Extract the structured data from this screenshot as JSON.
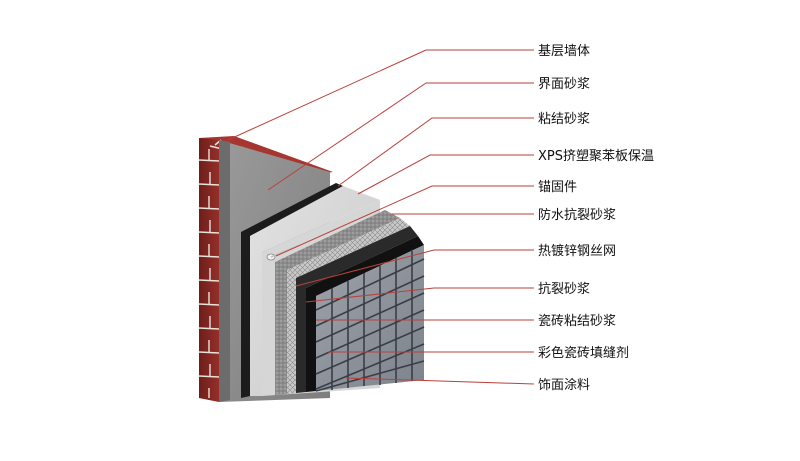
{
  "diagram": {
    "layers": [
      {
        "label": "基层墙体"
      },
      {
        "label": "界面砂浆"
      },
      {
        "label": "粘结砂浆"
      },
      {
        "label": "XPS挤塑聚苯板保温"
      },
      {
        "label": "锚固件"
      },
      {
        "label": "防水抗裂砂浆"
      },
      {
        "label": "热镀锌钢丝网"
      },
      {
        "label": "抗裂砂浆"
      },
      {
        "label": "瓷砖粘结砂浆"
      },
      {
        "label": "彩色瓷砖填缝剂"
      },
      {
        "label": "饰面涂料"
      }
    ],
    "colors": {
      "brick": "#8c2a26",
      "mortar_joint": "#e8e2d8",
      "leader_line": "#b9413a",
      "foam": "#d4d4d4",
      "tile_grid": "#3a3d45",
      "black_layer": "#1a1a1a"
    }
  }
}
